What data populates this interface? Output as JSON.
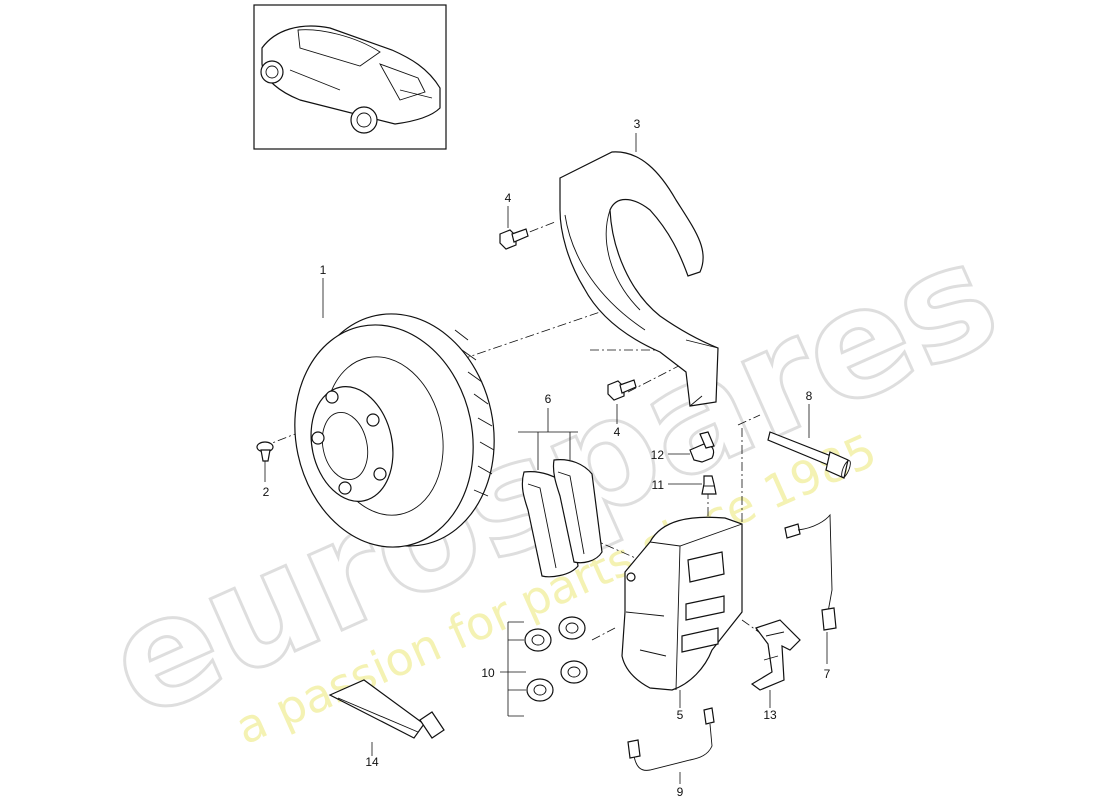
{
  "watermark": {
    "brand": "eurospares",
    "tagline": "a passion for parts since 1985",
    "brand_color": "#d9d9d9",
    "tagline_color": "#f3f0a6"
  },
  "callouts": [
    {
      "id": "1",
      "label": "1"
    },
    {
      "id": "2",
      "label": "2"
    },
    {
      "id": "3",
      "label": "3"
    },
    {
      "id": "4a",
      "label": "4"
    },
    {
      "id": "4b",
      "label": "4"
    },
    {
      "id": "5",
      "label": "5"
    },
    {
      "id": "6",
      "label": "6"
    },
    {
      "id": "7",
      "label": "7"
    },
    {
      "id": "8",
      "label": "8"
    },
    {
      "id": "9",
      "label": "9"
    },
    {
      "id": "10",
      "label": "10"
    },
    {
      "id": "11",
      "label": "11"
    },
    {
      "id": "12",
      "label": "12"
    },
    {
      "id": "13",
      "label": "13"
    },
    {
      "id": "14",
      "label": "14"
    }
  ],
  "icons": {
    "vehicle": "car-thumbnail-icon"
  }
}
